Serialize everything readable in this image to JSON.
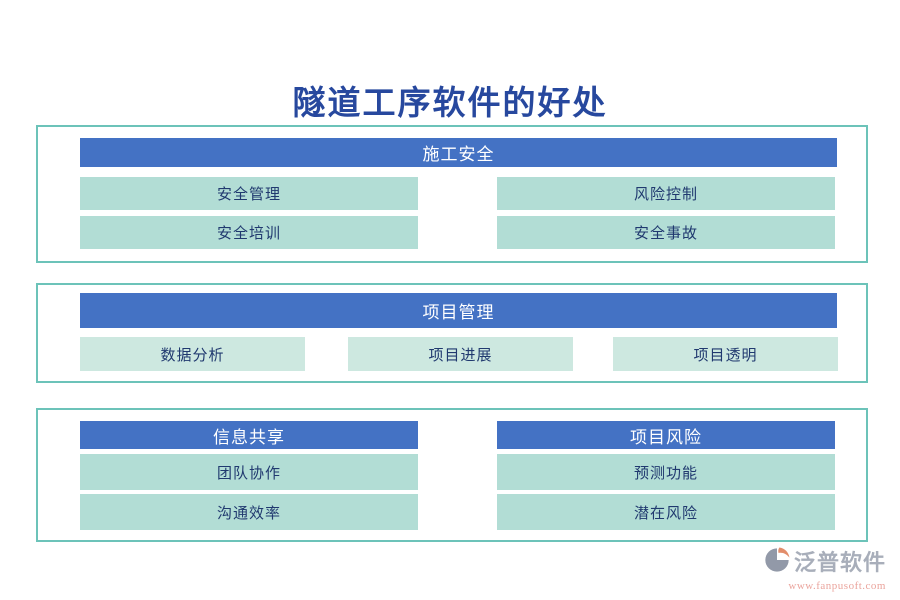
{
  "page": {
    "title": "隧道工序软件的好处"
  },
  "sections": [
    {
      "header": "施工安全",
      "items": [
        "安全管理",
        "风险控制",
        "安全培训",
        "安全事故"
      ]
    },
    {
      "header": "项目管理",
      "items": [
        "数据分析",
        "项目进展",
        "项目透明"
      ]
    },
    {
      "header": "信息共享",
      "items": [
        "团队协作",
        "沟通效率"
      ]
    },
    {
      "header": "项目风险",
      "items": [
        "预测功能",
        "潜在风险"
      ]
    }
  ],
  "logo": {
    "name": "泛普软件",
    "url": "www.fanpusoft.com",
    "icon": "fanpu-logo-icon"
  },
  "colors": {
    "title_blue": "#27489e",
    "header_blue": "#4472c4",
    "header_text": "#ffffff",
    "panel_border_teal": "#6cc3b9",
    "item_mint": "#b2ddd5",
    "item_mint_light": "#cde8e0",
    "item_text_navy": "#20396f",
    "logo_gray": "#99a1ae",
    "logo_orange": "#dd7a52",
    "logo_url_pink": "#e7948b"
  }
}
